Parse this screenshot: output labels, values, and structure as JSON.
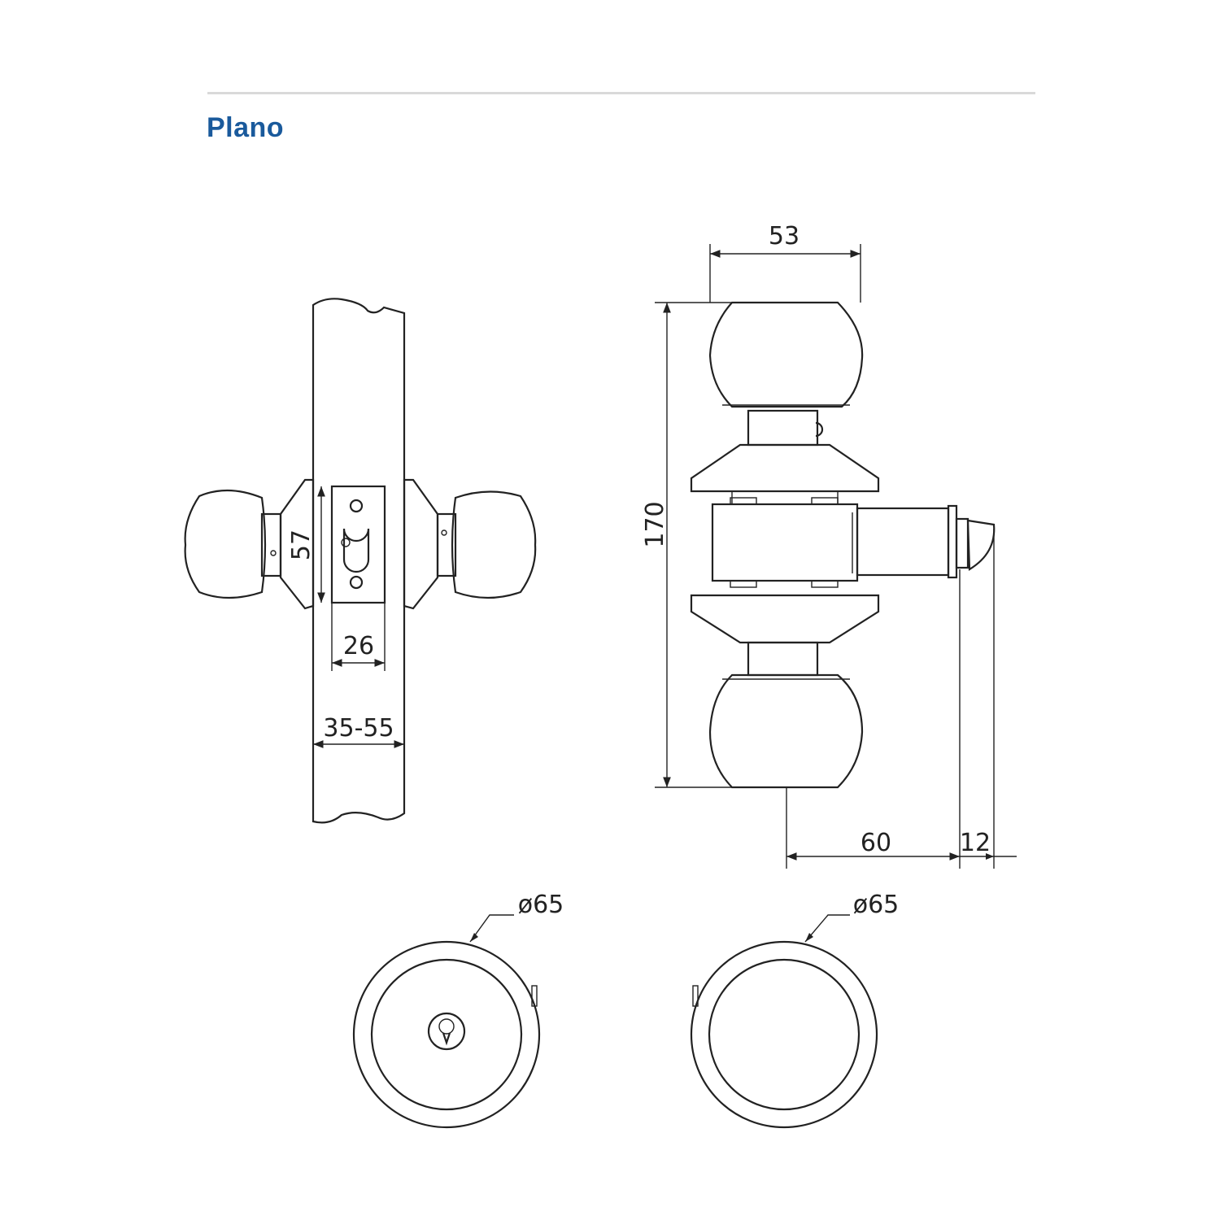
{
  "header": {
    "title": "Plano"
  },
  "dimensions": {
    "knob_width": "53",
    "overall_height": "170",
    "door_thickness": "35-55",
    "latch_plate_width": "26",
    "latch_plate_height": "57",
    "backset": "60",
    "latch_throw": "12",
    "rose_diameter_left": "ø65",
    "rose_diameter_right": "ø65"
  },
  "colors": {
    "title": "#1a5a9c",
    "line": "#222222",
    "rule": "#d9d9d9"
  }
}
